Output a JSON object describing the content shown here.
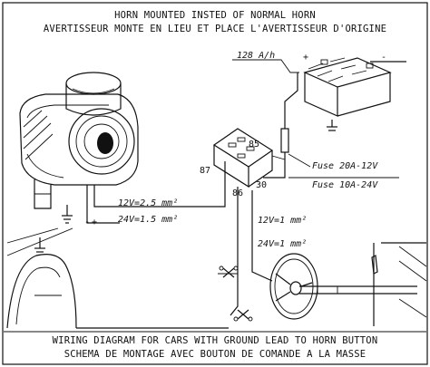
{
  "header": {
    "line1": "HORN MOUNTED INSTED OF NORMAL HORN",
    "line2": "AVERTISSEUR MONTE EN LIEU ET PLACE L'AVERTISSEUR D'ORIGINE"
  },
  "footer": {
    "line1": "WIRING DIAGRAM FOR CARS WITH GROUND LEAD TO HORN BUTTON",
    "line2": "SCHEMA DE MONTAGE AVEC BOUTON DE COMANDE A LA MASSE"
  },
  "battery": {
    "rating": "128 A/h",
    "plus_symbol": "+",
    "minus_symbol": "-"
  },
  "fuse": {
    "label_12v": "Fuse 20A-12V",
    "label_24v": "Fuse 10A-24V"
  },
  "relay": {
    "pins": [
      "85",
      "87",
      "86",
      "30"
    ]
  },
  "horn_wires": {
    "label_12v": "12V=2.5 mm²",
    "label_24v": "24V=1.5 mm²",
    "plus_symbol": "+",
    "minus_symbol": "-"
  },
  "button_wires": {
    "label_12v": "12V=1 mm²",
    "label_24v": "24V=1 mm²"
  }
}
